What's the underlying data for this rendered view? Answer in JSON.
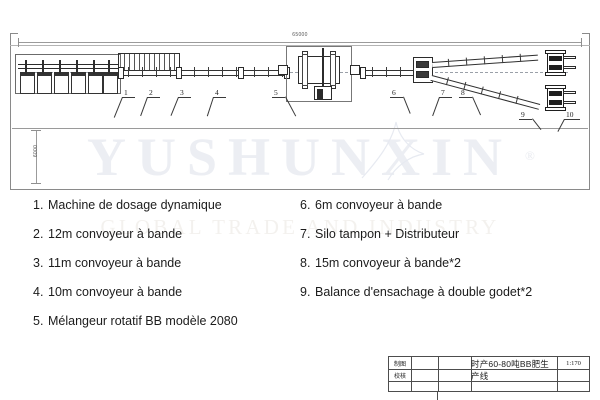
{
  "drawing": {
    "overall_length_dim": "65000",
    "height_dim": "6000",
    "callouts": [
      "1",
      "2",
      "3",
      "4",
      "5",
      "6",
      "7",
      "8",
      "9",
      "10"
    ]
  },
  "watermark": {
    "brand": "YUSHUNXIN",
    "registered": "®",
    "tagline": "GLOBAL TRADE AND INDUSTRY"
  },
  "legend": {
    "left": [
      {
        "n": "1.",
        "text": "Machine de dosage dynamique"
      },
      {
        "n": "2.",
        "text": "12m convoyeur à bande"
      },
      {
        "n": "3.",
        "text": "11m convoyeur à bande"
      },
      {
        "n": "4.",
        "text": "10m convoyeur à bande"
      },
      {
        "n": "5.",
        "text": "Mélangeur rotatif BB modèle 2080"
      }
    ],
    "right": [
      {
        "n": "6.",
        "text": "6m convoyeur à bande"
      },
      {
        "n": "7.",
        "text": "Silo tampon + Distributeur"
      },
      {
        "n": "8.",
        "text": "15m convoyeur à bande*2"
      },
      {
        "n": "9.",
        "text": "Balance d'ensachage à double godet*2"
      }
    ]
  },
  "title_block": {
    "drawn_label": "制图",
    "checked_label": "校核",
    "drawn_value": "",
    "checked_value": "",
    "title": "时产60-80吨BB肥生产线",
    "scale": "1:170"
  }
}
